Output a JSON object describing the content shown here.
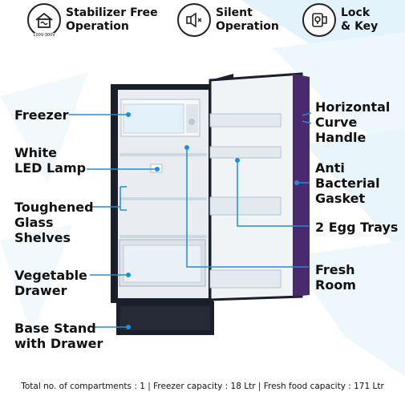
{
  "features": [
    {
      "icon": "stabilizer-house-icon",
      "line1": "Stabilizer Free",
      "line2": "Operation",
      "sub": "100V-300V"
    },
    {
      "icon": "speaker-mute-icon",
      "line1": "Silent",
      "line2": "Operation"
    },
    {
      "icon": "lock-key-icon",
      "line1": "Lock",
      "line2": "& Key"
    }
  ],
  "left_labels": {
    "freezer": [
      "Freezer"
    ],
    "led": [
      "White",
      "LED Lamp"
    ],
    "glass": [
      "Toughened",
      "Glass",
      "Shelves"
    ],
    "veg": [
      "Vegetable",
      "Drawer"
    ],
    "base": [
      "Base Stand",
      "with Drawer"
    ]
  },
  "right_labels": {
    "handle": [
      "Horizontal",
      "Curve",
      "Handle"
    ],
    "gasket": [
      "Anti",
      "Bacterial",
      "Gasket"
    ],
    "egg": [
      "2 Egg Trays"
    ],
    "fresh": [
      "Fresh",
      "Room"
    ]
  },
  "footer": "Total no. of compartments : 1 | Freezer capacity : 18 Ltr | Fresh food capacity : 171 Ltr",
  "colors": {
    "accent": "#1f8ed8",
    "door": "#4a2a6e",
    "body": "#1b1f2a",
    "interior": "#e9edf1"
  }
}
